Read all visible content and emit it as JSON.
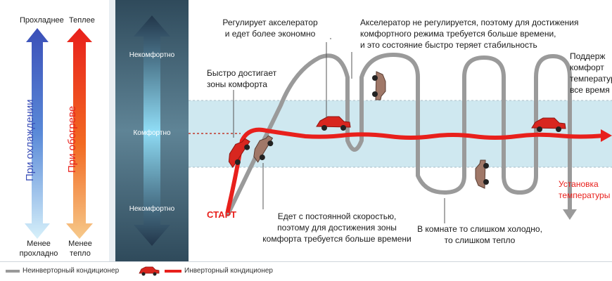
{
  "left_panel": {
    "cooler_label": "Прохладнее",
    "warmer_label": "Теплее",
    "cooling_label": "При охлаждении",
    "heating_label": "При обогреве",
    "less_cool_label": "Менее\nпрохладно",
    "less_warm_label": "Менее\nтепло"
  },
  "scale": {
    "uncomfortable_top": "Некомфортно",
    "comfortable": "Комфортно",
    "uncomfortable_bottom": "Некомфортно"
  },
  "annotations": {
    "regulates": "Регулирует акселератор\nи едет более экономно",
    "not_regulated": "Акселератор не регулируется, поэтому для достижения\nкомфортного режима требуется больше времени,\nи это состояние быстро теряет стабильность",
    "maintains": "Поддерж\nкомфорт\nтемператур\nвсе время",
    "fast_reach": "Быстро достигает\nзоны комфорта",
    "start": "СТАРТ",
    "constant_speed": "Едет с постоянной скоростью,\nпоэтому для достижения зоны\nкомфорта требуется больше времени",
    "too_cold_hot": "В комнате то слишком холодно,\nто слишком тепло",
    "setpoint": "Установка\nтемпературы"
  },
  "legend": {
    "non_inverter": "Неинверторный кондиционер",
    "inverter": "Инверторный кондиционер"
  },
  "colors": {
    "inverter": "#e8201c",
    "non_inverter": "#9a9a9a",
    "comfort_band": "#cfe8f0",
    "scale_dark": "#2f4a5b"
  }
}
